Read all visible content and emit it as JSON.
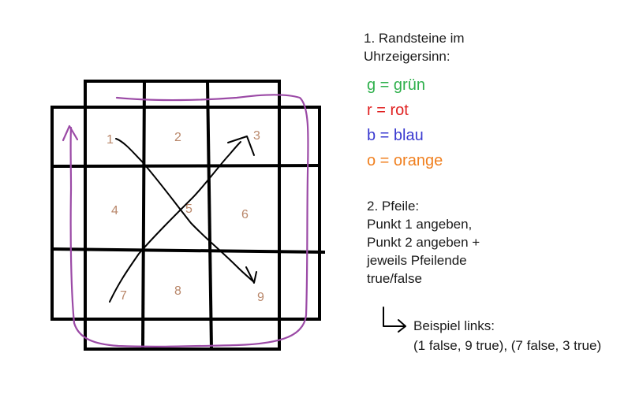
{
  "diagram": {
    "cells": [
      "1",
      "2",
      "3",
      "4",
      "5",
      "6",
      "7",
      "8",
      "9"
    ],
    "colors": {
      "grid": "#000000",
      "cell_number": "#b9876a",
      "loop": "#9b4aa6",
      "arrow": "#000000"
    }
  },
  "notes": {
    "section1_line1": "1. Randsteine im",
    "section1_line2": "Uhrzeigersinn:",
    "legend": [
      {
        "text": "g = grün",
        "color": "#2fb04c"
      },
      {
        "text": "r = rot",
        "color": "#e02020"
      },
      {
        "text": "b = blau",
        "color": "#3a3ad0"
      },
      {
        "text": "o = orange",
        "color": "#f08020"
      }
    ],
    "section2_line1": "2. Pfeile:",
    "section2_line2": "Punkt 1 angeben,",
    "section2_line3": "Punkt 2 angeben +",
    "section2_line4": "jeweils Pfeilende",
    "section2_line5": "true/false",
    "example_line1": "Beispiel links:",
    "example_line2": "(1 false, 9 true), (7 false, 3 true)"
  }
}
